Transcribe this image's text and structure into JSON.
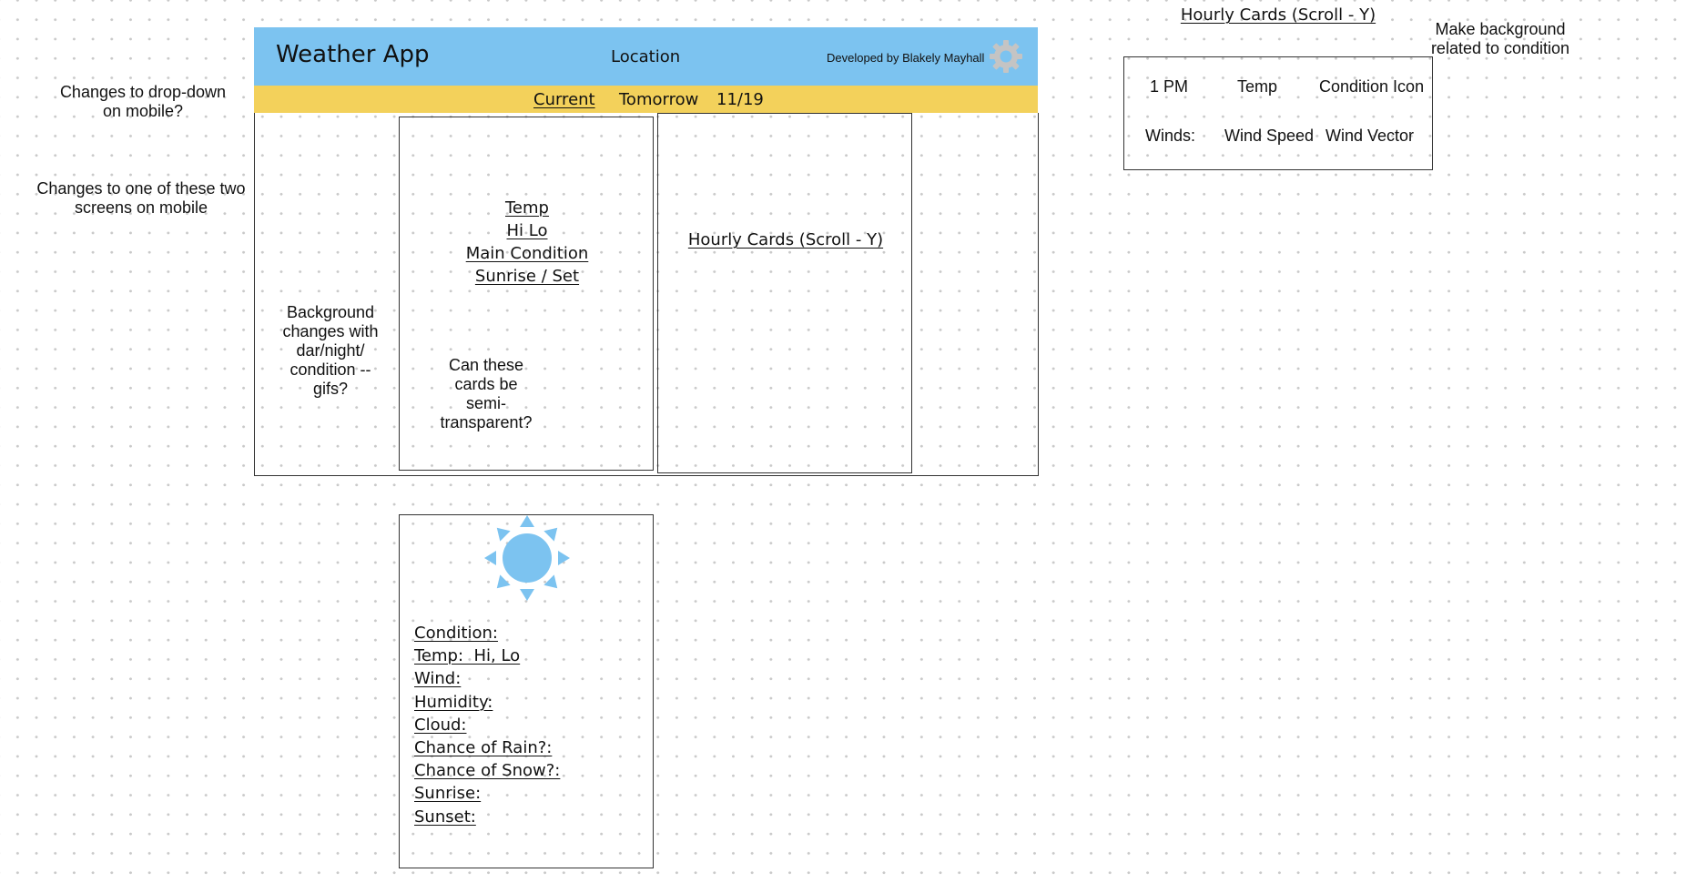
{
  "header": {
    "app_title": "Weather App",
    "location_label": "Location",
    "developer_credit": "Developed by Blakely Mayhall",
    "settings_icon": "gear-icon",
    "background_color": "#7cc3f0"
  },
  "tabs": {
    "background_color": "#f3d15b",
    "items": [
      {
        "label": "Current",
        "active": true
      },
      {
        "label": "Tomorrow",
        "active": false
      },
      {
        "label": "11/19",
        "active": false
      }
    ]
  },
  "current_card": {
    "lines": [
      "Temp",
      "Hi Lo",
      "Main Condition",
      "Sunrise / Set"
    ],
    "note_lines": [
      "Can these",
      "cards be",
      "semi-",
      "transparent?"
    ]
  },
  "hourly_panel": {
    "label": "Hourly Cards (Scroll - Y)"
  },
  "detail_card": {
    "icon": "sun-icon",
    "icon_color": "#7cc3f0",
    "fields": [
      "Condition:",
      "Temp:  Hi, Lo",
      "Wind:",
      "Humidity:",
      "Cloud:",
      "Chance of Rain?:",
      "Chance of Snow?:",
      "Sunrise:",
      "Sunset:"
    ]
  },
  "hourly_card_sample": {
    "title": "Hourly Cards (Scroll - Y)",
    "row1": [
      "1 PM",
      "Temp",
      "Condition Icon"
    ],
    "row2": [
      "Winds:",
      "Wind Speed",
      "Wind Vector"
    ]
  },
  "annotations": {
    "dropdown_note": [
      "Changes to drop-down",
      "on mobile?"
    ],
    "screens_note": [
      "Changes to one of these two",
      "screens on mobile"
    ],
    "background_note": [
      "Background",
      "changes with",
      "dar/night/",
      "condition --",
      "gifs?"
    ],
    "make_background_note": [
      "Make background",
      "related to condition"
    ]
  }
}
